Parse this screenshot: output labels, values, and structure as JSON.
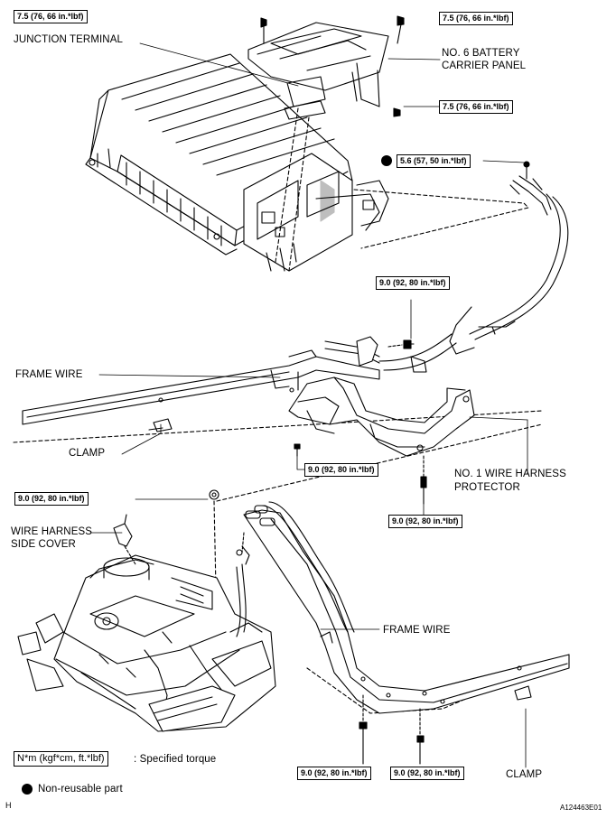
{
  "labels": {
    "junction_terminal": "JUNCTION TERMINAL",
    "battery_panel_line1": "NO. 6 BATTERY",
    "battery_panel_line2": "CARRIER PANEL",
    "frame_wire_top": "FRAME WIRE",
    "clamp_top": "CLAMP",
    "protector_line1": "NO. 1 WIRE HARNESS",
    "protector_line2": "PROTECTOR",
    "side_cover_line1": "WIRE HARNESS",
    "side_cover_line2": "SIDE COVER",
    "frame_wire_bottom": "FRAME WIRE",
    "clamp_bottom": "CLAMP"
  },
  "torque": {
    "t1": "7.5 (76, 66 in.*lbf)",
    "t2": "7.5 (76, 66 in.*lbf)",
    "t3": "7.5 (76, 66 in.*lbf)",
    "t4": "5.6 (57, 50 in.*lbf)",
    "t5": "9.0 (92, 80 in.*lbf)",
    "t6": "9.0 (92, 80 in.*lbf)",
    "t7": "9.0 (92, 80 in.*lbf)",
    "t8": "9.0 (92, 80 in.*lbf)",
    "t9": "9.0 (92, 80 in.*lbf)",
    "t10": "9.0 (92, 80 in.*lbf)"
  },
  "legend": {
    "unit": "N*m (kgf*cm, ft.*lbf)",
    "specified": ": Specified torque",
    "nonreusable": "Non-reusable part"
  },
  "corner": {
    "left": "H",
    "right": "A124463E01"
  }
}
